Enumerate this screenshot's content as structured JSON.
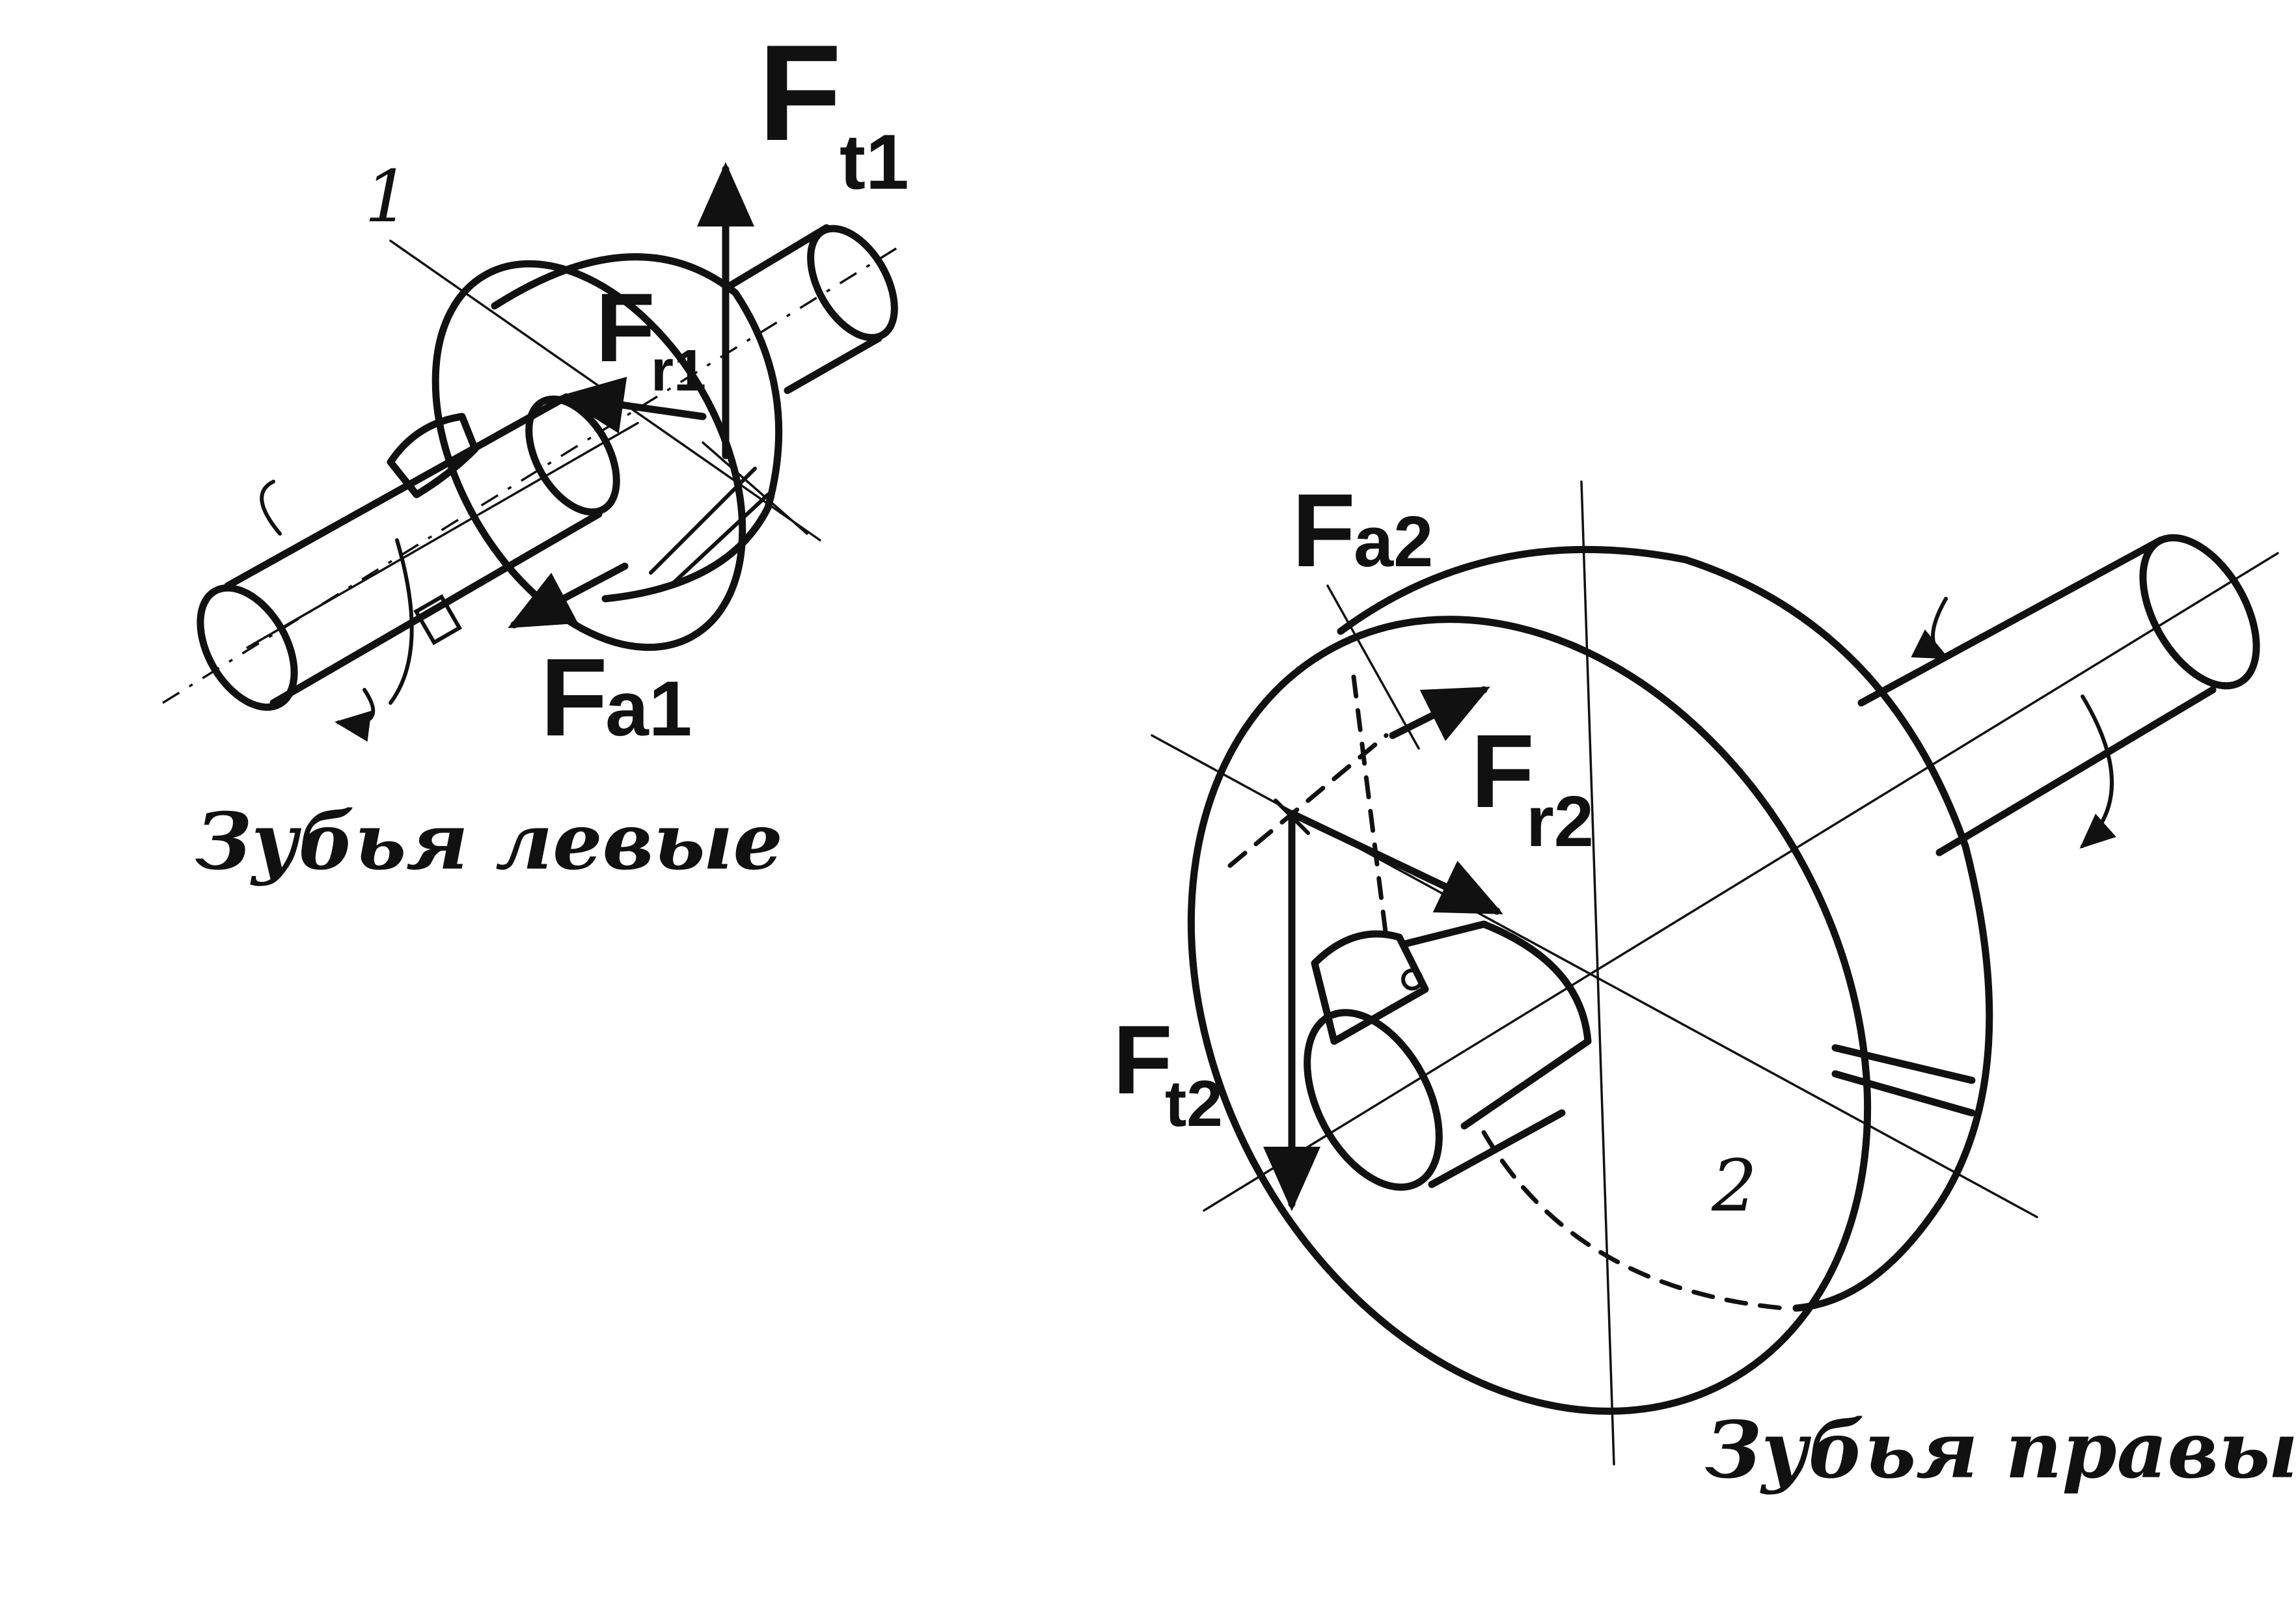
{
  "gear1": {
    "number": "1",
    "caption": "Зубья левые",
    "forces": {
      "Ft1": {
        "base": "F",
        "sub": "t1"
      },
      "Fr1": {
        "base": "F",
        "sub": "r1"
      },
      "Fa1": {
        "base": "F",
        "sub": "a1"
      }
    }
  },
  "gear2": {
    "number": "2",
    "caption": "Зубья правые",
    "forces": {
      "Fa2": {
        "base": "F",
        "sub": "a2"
      },
      "Fr2": {
        "base": "F",
        "sub": "r2"
      },
      "Ft2": {
        "base": "F",
        "sub": "t2"
      }
    }
  }
}
